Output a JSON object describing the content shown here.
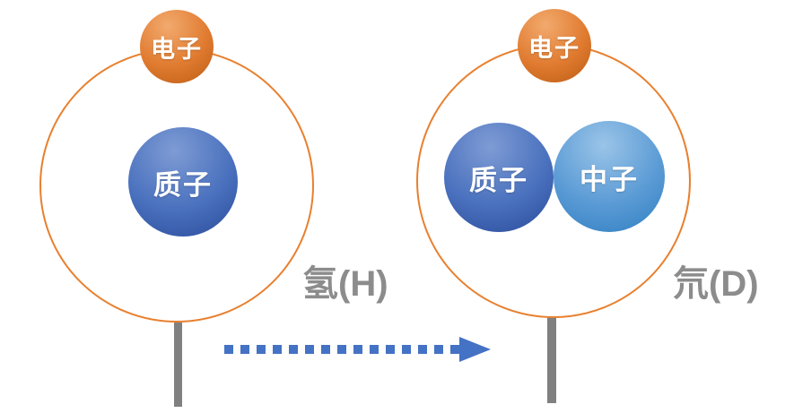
{
  "diagram": {
    "title_semantic": "hydrogen-to-deuterium-atom-diagram",
    "colors": {
      "background": "#FFFFFF",
      "orbit_stroke": "#E8802F",
      "electron_gradient_top": "#F2AA6E",
      "electron_gradient_bottom": "#BA5C14",
      "proton_gradient_top": "#7E9BD4",
      "proton_gradient_bottom": "#294A99",
      "neutron_gradient_top": "#9AC4E8",
      "neutron_gradient_bottom": "#2E7EC1",
      "stand_gray": "#808080",
      "label_gray": "#8C8C8C",
      "arrow_blue": "#4472C4",
      "particle_text": "#FFFFFF"
    },
    "atoms": [
      {
        "id": "hydrogen",
        "label": "氢(H)",
        "electron_label": "电子",
        "particles": [
          {
            "type": "proton",
            "label": "质子"
          }
        ]
      },
      {
        "id": "deuterium",
        "label": "氘(D)",
        "electron_label": "电子",
        "particles": [
          {
            "type": "proton",
            "label": "质子"
          },
          {
            "type": "neutron",
            "label": "中子"
          }
        ]
      }
    ],
    "arrow": {
      "style": "dashed",
      "direction": "right"
    }
  }
}
